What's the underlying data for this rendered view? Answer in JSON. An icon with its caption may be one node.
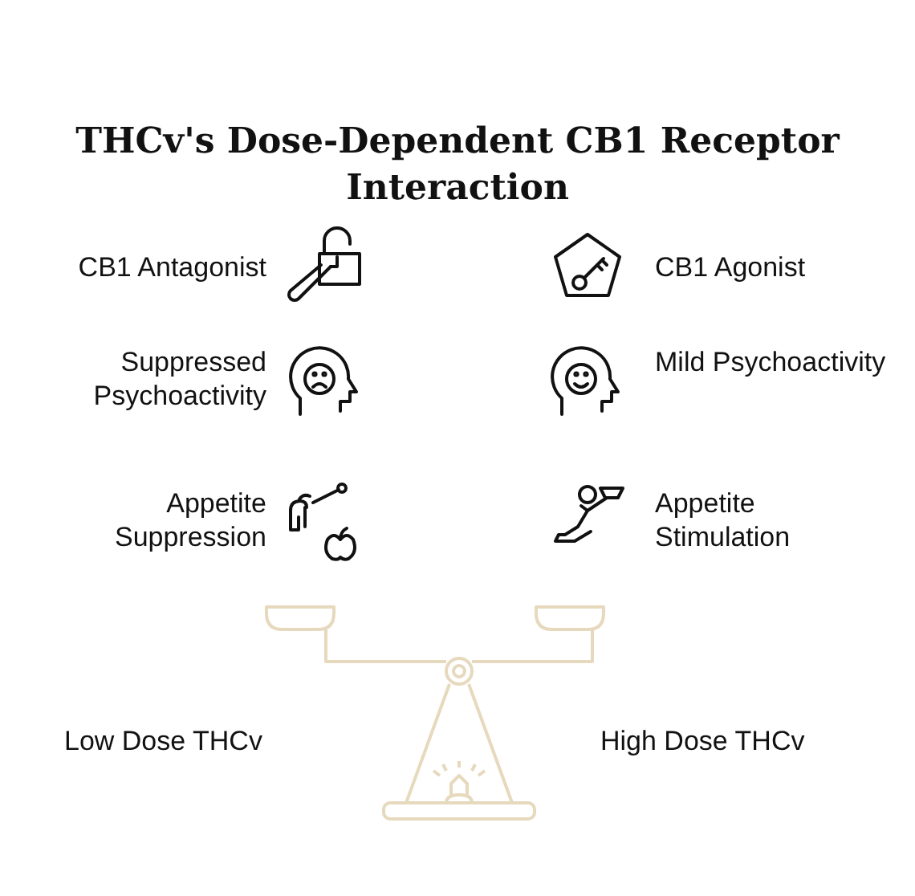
{
  "diagram": {
    "title": "THCv's Dose-Dependent CB1 Receptor Interaction",
    "labels": [
      "CB1 Antagonist",
      "CB1 Agonist",
      "Suppressed Psychoactivity",
      "Mild Psychoactivity",
      "Appetite Suppression",
      "Appetite Stimulation",
      "Low Dose THCv",
      "High Dose THCv"
    ]
  }
}
